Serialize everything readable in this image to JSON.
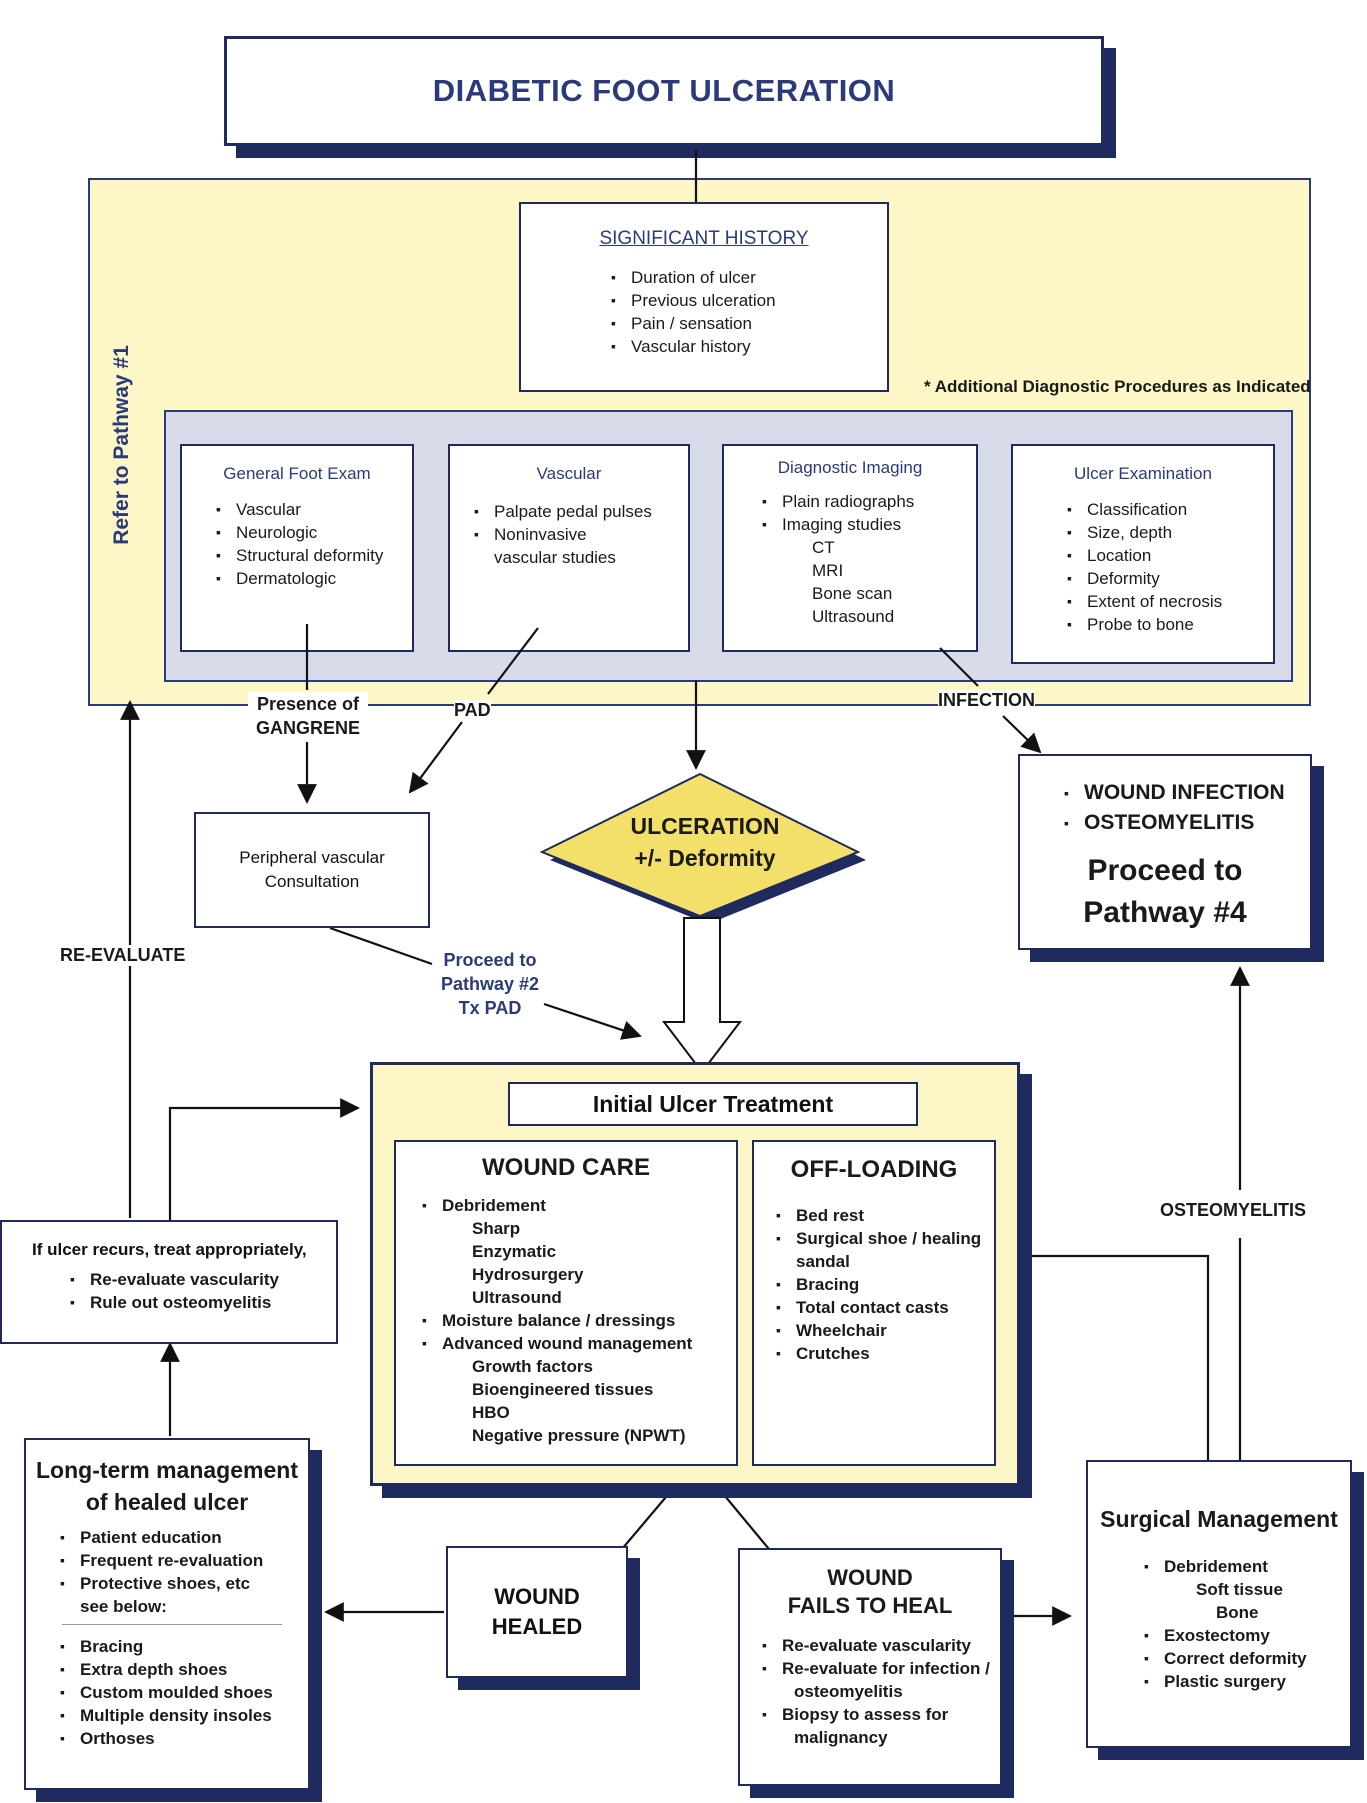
{
  "title": "DIABETIC FOOT ULCERATION",
  "refer_pathway": "Refer to Pathway #1",
  "history": {
    "heading": "SIGNIFICANT HISTORY",
    "items": [
      "Duration of ulcer",
      "Previous ulceration",
      "Pain / sensation",
      "Vascular history"
    ]
  },
  "additional_note": "* Additional Diagnostic Procedures as Indicated",
  "exams": {
    "general": {
      "heading": "General Foot Exam",
      "items": [
        "Vascular",
        "Neurologic",
        "Structural deformity",
        "Dermatologic"
      ]
    },
    "vascular": {
      "heading": "Vascular",
      "items": [
        "Palpate pedal pulses",
        "Noninvasive"
      ],
      "cont": "vascular studies"
    },
    "imaging": {
      "heading": "Diagnostic Imaging",
      "items": [
        "Plain radiographs",
        "Imaging studies"
      ],
      "sub": [
        "CT",
        "MRI",
        "Bone scan",
        "Ultrasound"
      ]
    },
    "ulcer": {
      "heading": "Ulcer Examination",
      "items": [
        "Classification",
        "Size, depth",
        "Location",
        "Deformity",
        "Extent of necrosis",
        "Probe to bone"
      ]
    }
  },
  "labels": {
    "gangrene_1": "Presence of",
    "gangrene_2": "GANGRENE",
    "pad": "PAD",
    "infection": "INFECTION",
    "reevaluate": "RE-EVALUATE",
    "osteomyelitis": "OSTEOMYELITIS",
    "proceed_2_a": "Proceed to",
    "proceed_2_b": "Pathway #2",
    "proceed_2_c": "Tx PAD"
  },
  "infection_box": {
    "items": [
      "WOUND INFECTION",
      "OSTEOMYELITIS"
    ],
    "proceed_a": "Proceed to",
    "proceed_b": "Pathway #4"
  },
  "vascular_consult": {
    "line1": "Peripheral vascular",
    "line2": "Consultation"
  },
  "ulceration": {
    "line1": "ULCERATION",
    "line2": "+/- Deformity"
  },
  "initial_treatment": {
    "heading": "Initial Ulcer Treatment",
    "wound_care": {
      "heading": "WOUND CARE",
      "debridement": "Debridement",
      "debridement_sub": [
        "Sharp",
        "Enzymatic",
        "Hydrosurgery",
        "Ultrasound"
      ],
      "moisture": "Moisture balance / dressings",
      "advanced": "Advanced wound management",
      "advanced_sub": [
        "Growth factors",
        "Bioengineered tissues",
        "HBO",
        "Negative pressure (NPWT)"
      ]
    },
    "offloading": {
      "heading": "OFF-LOADING",
      "items": [
        "Bed rest",
        "Surgical shoe / healing"
      ],
      "cont": "sandal",
      "items2": [
        "Bracing",
        "Total contact casts",
        "Wheelchair",
        "Crutches"
      ]
    }
  },
  "recur": {
    "intro": "If ulcer recurs, treat appropriately,",
    "items": [
      "Re-evaluate vascularity",
      "Rule out osteomyelitis"
    ]
  },
  "longterm": {
    "heading_1": "Long-term management",
    "heading_2": "of healed ulcer",
    "items": [
      "Patient education",
      "Frequent re-evaluation",
      "Protective shoes, etc"
    ],
    "cont": "see below:",
    "items2": [
      "Bracing",
      "Extra depth shoes",
      "Custom moulded shoes",
      "Multiple density insoles",
      "Orthoses"
    ]
  },
  "healed": {
    "line1": "WOUND",
    "line2": "HEALED"
  },
  "fails": {
    "line1": "WOUND",
    "line2": "FAILS TO HEAL",
    "item1": "Re-evaluate vascularity",
    "item2": "Re-evaluate for infection /",
    "item2_cont": "osteomyelitis",
    "item3": "Biopsy to assess for",
    "item3_cont": "malignancy"
  },
  "surgical": {
    "heading": "Surgical Management",
    "debridement": "Debridement",
    "debridement_sub": [
      "Soft tissue",
      "Bone"
    ],
    "items": [
      "Exostectomy",
      "Correct deformity",
      "Plastic surgery"
    ]
  },
  "colors": {
    "navy": "#1f2a5e",
    "yellow": "#fdf6c6",
    "diamond": "#f3e06a",
    "band": "#d8dbe9",
    "label_blue": "#2b3a7a"
  }
}
